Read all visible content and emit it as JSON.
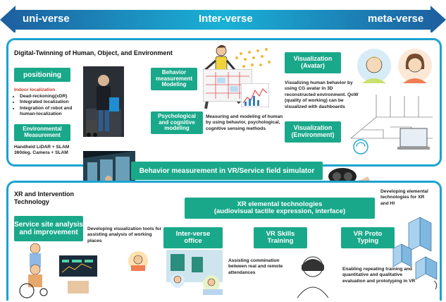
{
  "arrow": {
    "left_label": "uni-verse",
    "center_label": "Inter-verse",
    "right_label": "meta-verse",
    "color_dark": "#1d5e9e",
    "color_light": "#1ab1d6"
  },
  "top_panel": {
    "title": "Digital-Twinning of Human, Object, and Environment",
    "positioning": "positioning",
    "indoor_title": "Indoor localization",
    "indoor_items": [
      "Dead-reckoning(xDR)",
      "Integrated localization",
      "Integration of robot and human-localization"
    ],
    "env_line1": "Environmental",
    "env_line2": "Measurement",
    "env_text_1": "Handheld LiDAR + SLAM",
    "env_text_2": "360deg. Camera + SLAM",
    "behavior_l1": "Behavior",
    "behavior_l2": "measurement",
    "behavior_l3": "Modeling",
    "psych_l1": "Psychological",
    "psych_l2": "and cognitive",
    "psych_l3": "modeling",
    "psych_text": "Measuring and modeling of human by using behavior, psychological, cognitive sensing methods",
    "vis_avatar_l1": "Visualization",
    "vis_avatar_l2": "(Avatar)",
    "vis_text": "Visualizing human behavior by using CG avatar in 3D reconstructed environment. QoW (quality of working) can be visualized with dashboards",
    "vis_env_l1": "Visualization",
    "vis_env_l2": "(Environment)"
  },
  "banner": "Behavior measurement in VR/Service field simulator",
  "bottom_panel": {
    "title_l1": "XR and Intervention",
    "title_l2": "Technology",
    "xr_l1": "XR elemental technologies",
    "xr_l2": "(audiovisual tactile expression, interface)",
    "develop_text": "Developing elemental technologies for XR and HI",
    "service_l1": "Service site analysis",
    "service_l2": "and improvement",
    "service_text": "Developing visualization tools for assisting analysis of working places",
    "office_l1": "Inter-verse",
    "office_l2": "office",
    "office_text": "Assisting commination between real and remote attendances",
    "skills_l1": "VR Skills",
    "skills_l2": "Training",
    "proto_l1": "VR Proto",
    "proto_l2": "Typing",
    "proto_text": "Enabling repeating training and quantitative and qualitative evaluation and prototyping in VR"
  },
  "colors": {
    "panel_border": "#1ba3cf",
    "green": "#1aa88a",
    "banner": "#1aa88a"
  }
}
